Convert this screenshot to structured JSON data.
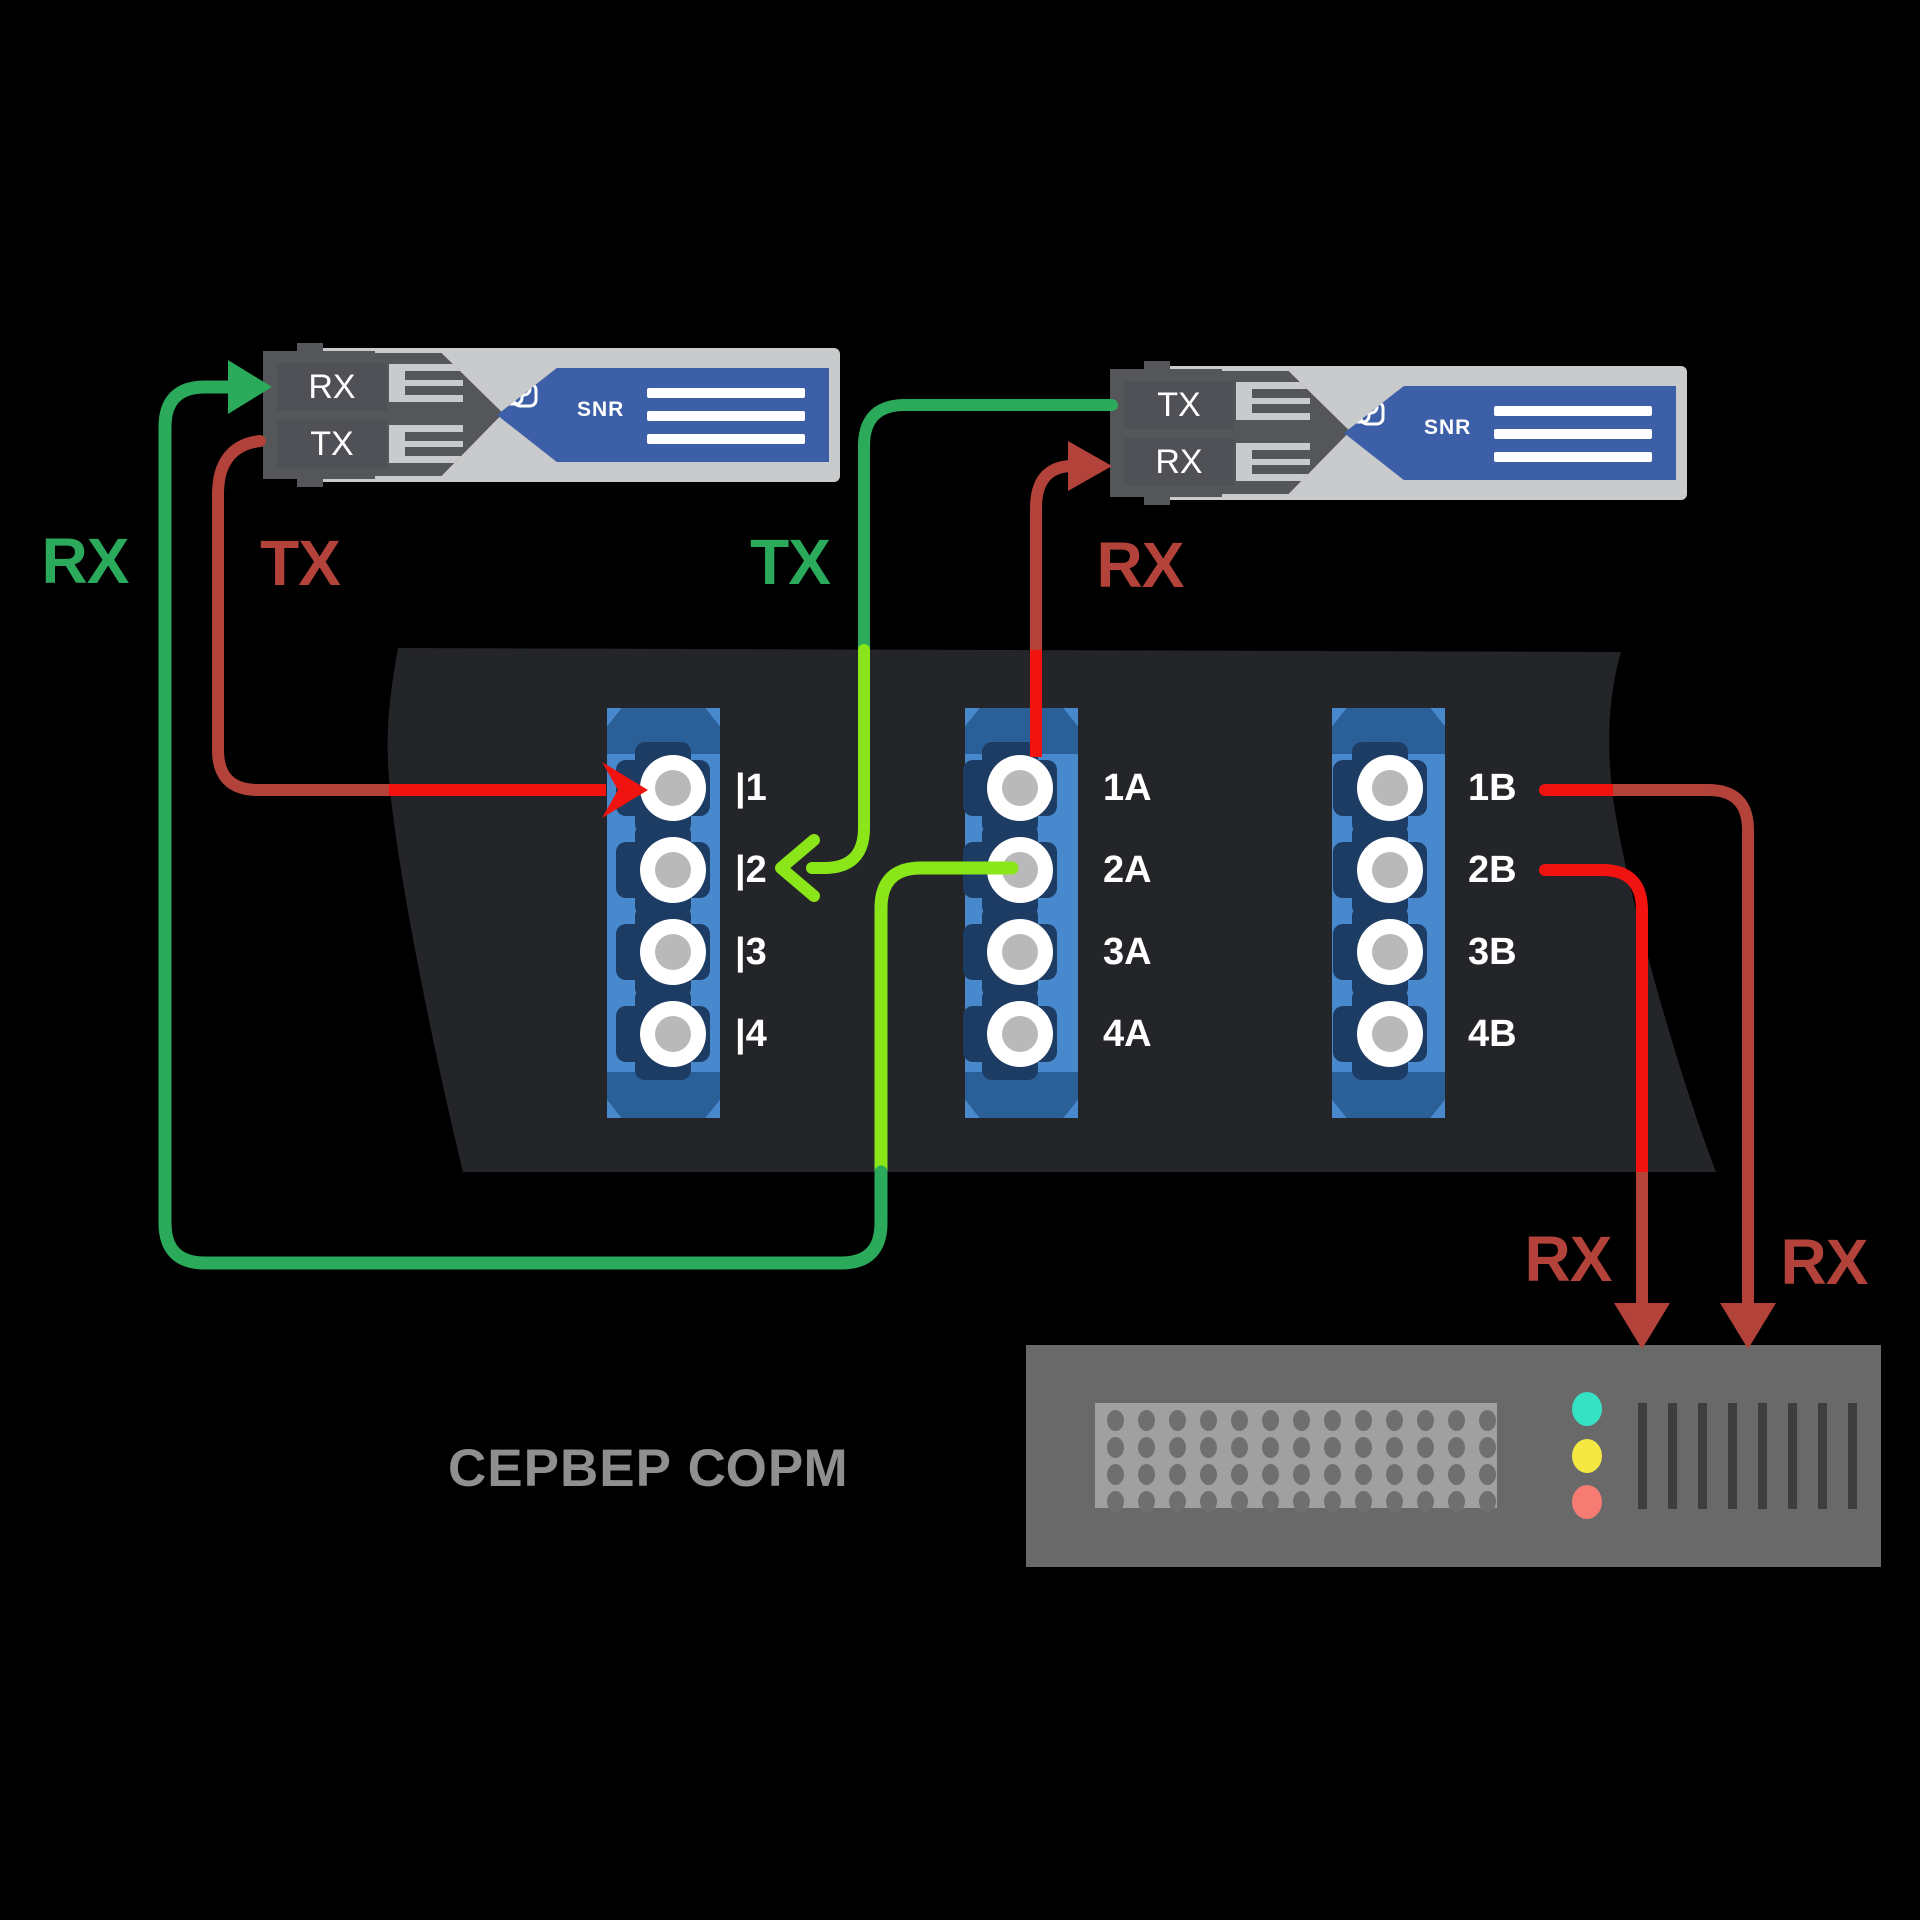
{
  "diagram": {
    "flow_labels": {
      "rx_left": "RX",
      "tx_left": "TX",
      "tx_center": "TX",
      "rx_center": "RX",
      "rx_server_left": "RX",
      "rx_server_right": "RX"
    },
    "sfp_modules": [
      {
        "id": "left",
        "top_port": "RX",
        "bottom_port": "TX",
        "brand": "SNR"
      },
      {
        "id": "right",
        "top_port": "TX",
        "bottom_port": "RX",
        "brand": "SNR"
      }
    ],
    "patch_panel": {
      "columns": [
        [
          "|1",
          "|2",
          "|3",
          "|4"
        ],
        [
          "1A",
          "2A",
          "3A",
          "4A"
        ],
        [
          "1B",
          "2B",
          "3B",
          "4B"
        ]
      ]
    },
    "server": {
      "label": "СЕРВЕР СОРМ",
      "leds": [
        "#35e2c4",
        "#f5e843",
        "#f67b72"
      ]
    },
    "colors": {
      "green": "#2baa5c",
      "lime": "#8ae619",
      "brick": "#b2423a",
      "bright_red": "#f01310",
      "panel": "#242529",
      "strip_blue": "#4888cc",
      "strip_cap": "#2b5f98",
      "sfp_blue": "#3c5fa8",
      "server_gray": "#696969"
    }
  }
}
